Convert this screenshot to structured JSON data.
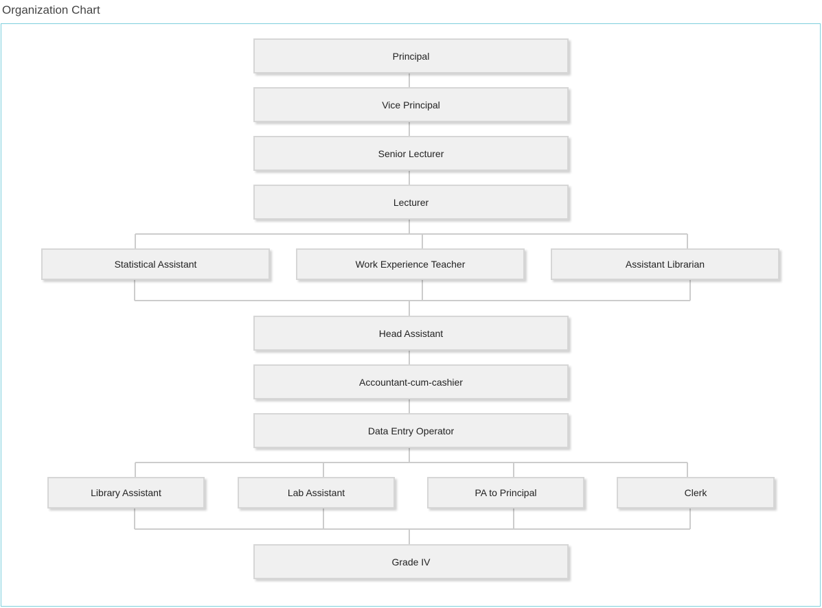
{
  "page": {
    "title": "Organization Chart"
  },
  "colors": {
    "frame_border": "#7dcfdc",
    "node_fill": "#f0f0f0",
    "node_border": "#d6d6d6",
    "connector": "#cccccc"
  },
  "nodes": {
    "principal": "Principal",
    "vice_principal": "Vice Principal",
    "senior_lecturer": "Senior Lecturer",
    "lecturer": "Lecturer",
    "statistical_assistant": "Statistical Assistant",
    "work_experience_teacher": "Work Experience Teacher",
    "assistant_librarian": "Assistant Librarian",
    "head_assistant": "Head Assistant",
    "accountant_cum_cashier": "Accountant-cum-cashier",
    "data_entry_operator": "Data Entry Operator",
    "library_assistant": "Library Assistant",
    "lab_assistant": "Lab Assistant",
    "pa_to_principal": "PA to Principal",
    "clerk": "Clerk",
    "grade_iv": "Grade IV"
  }
}
